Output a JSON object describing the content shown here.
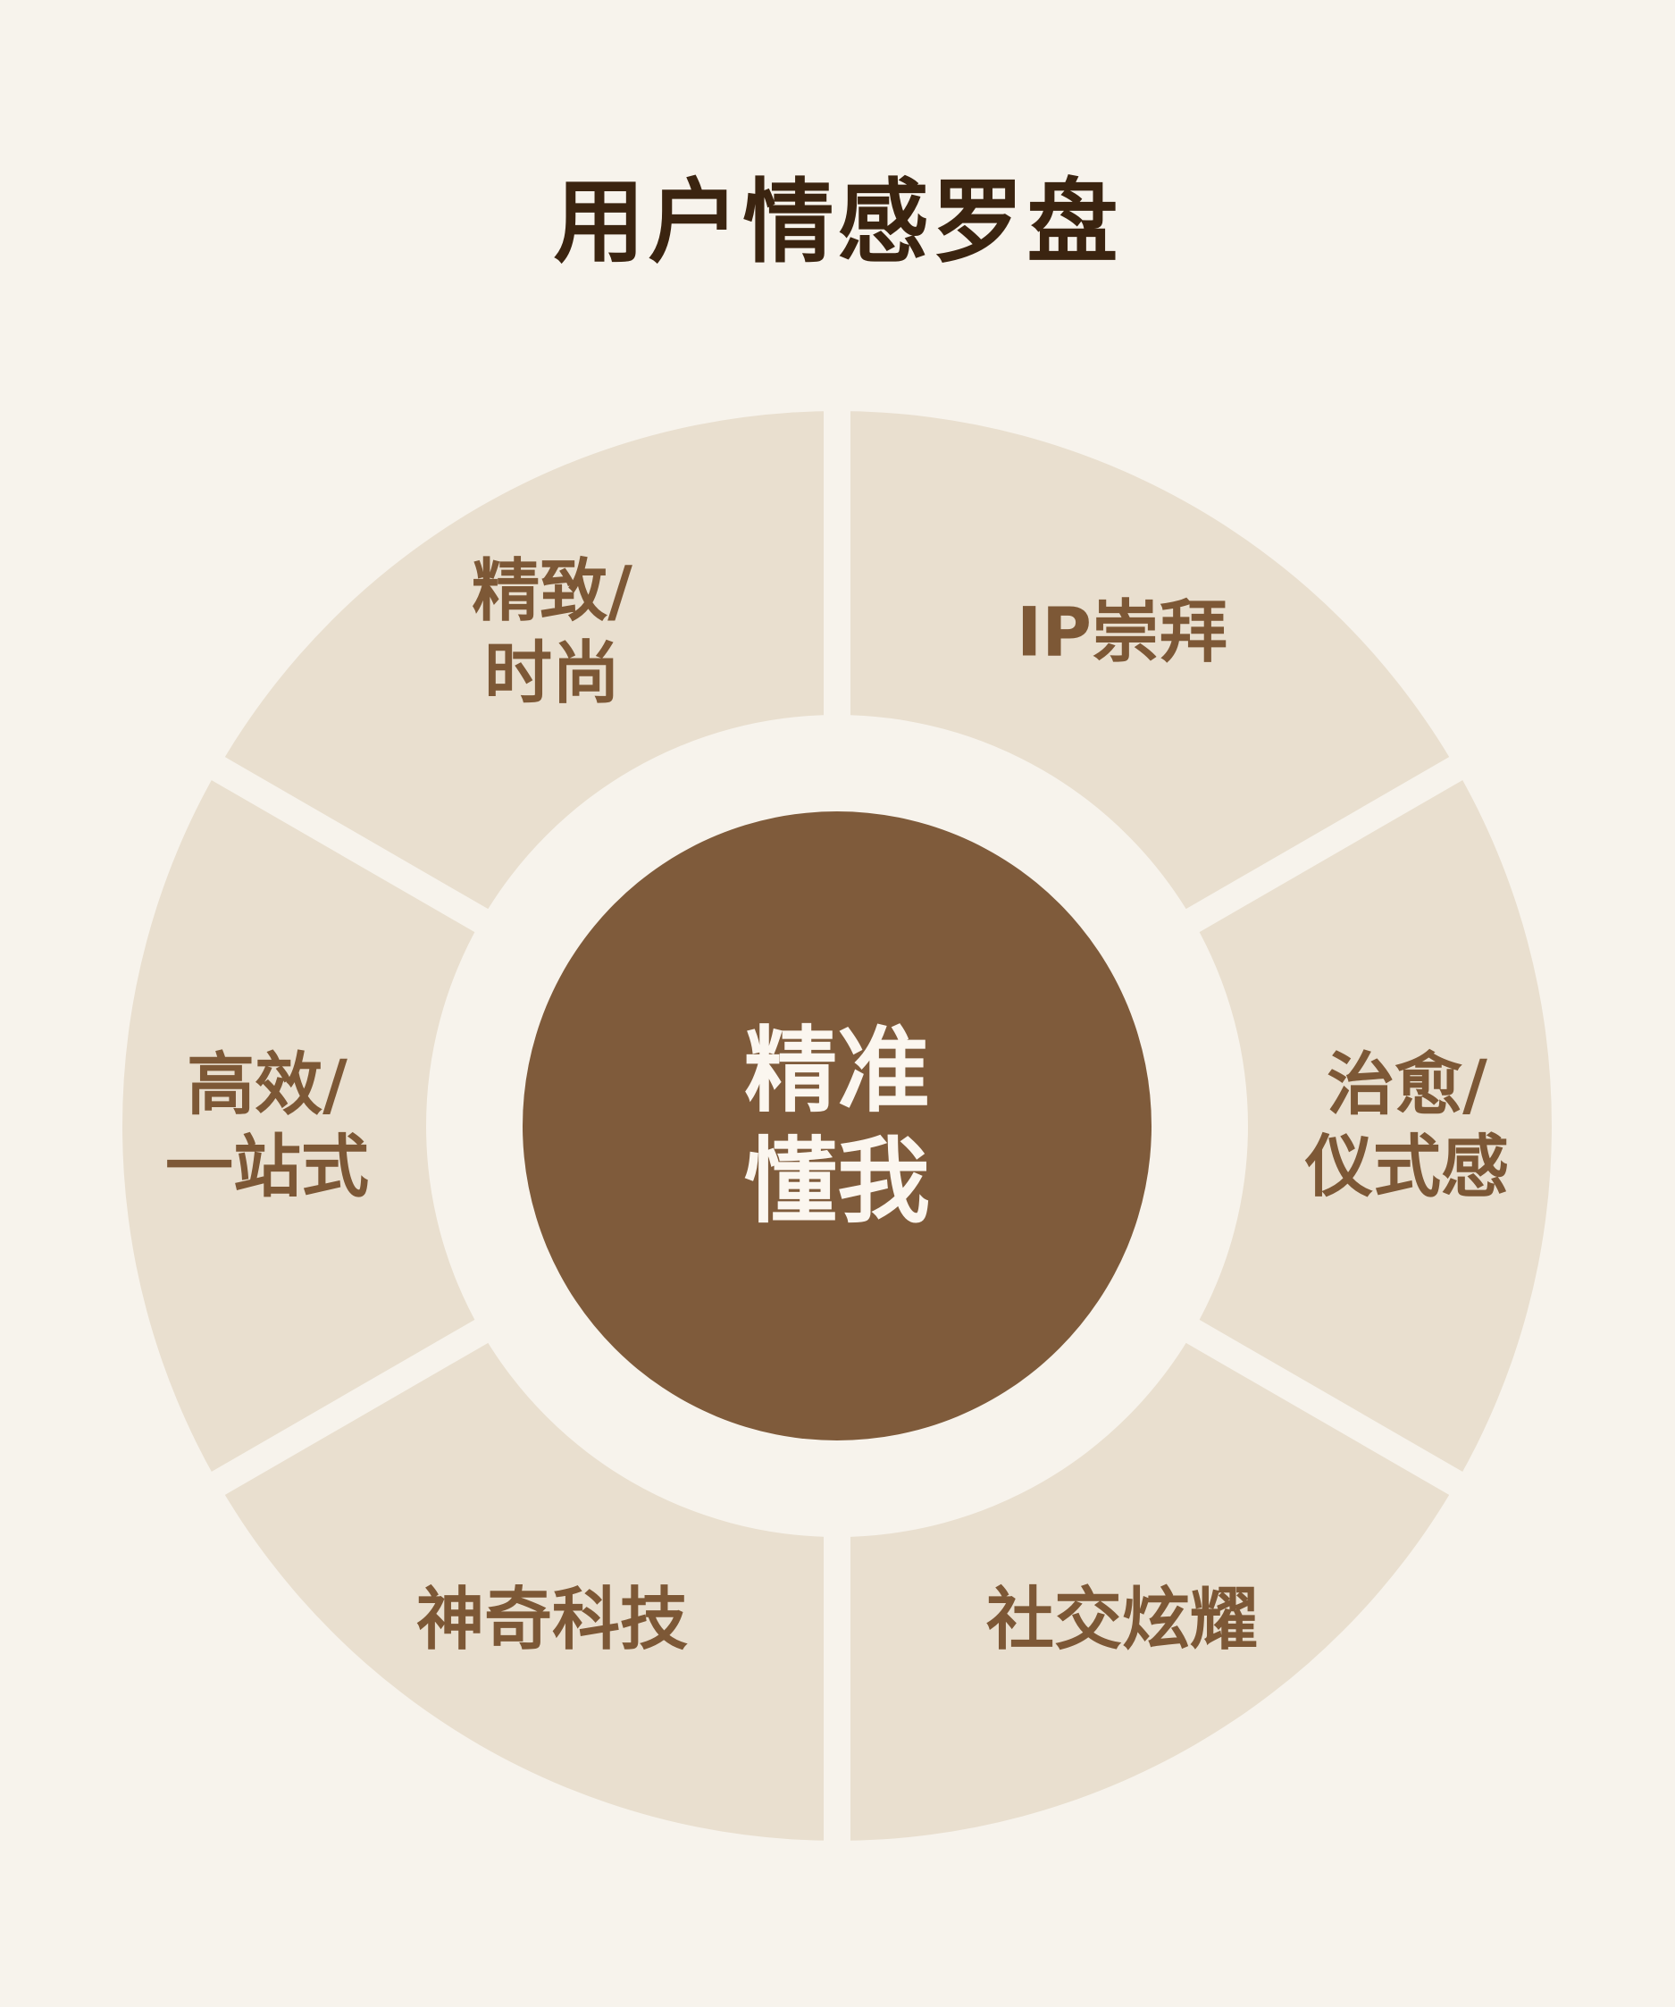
{
  "title": "用户情感罗盘",
  "colors": {
    "background": "#f7f3ec",
    "segment_fill": "#e9dfcf",
    "segment_text": "#7d5836",
    "hub_fill": "#7f5b3b",
    "hub_text": "#fbf6ef",
    "title_text": "#3b2410"
  },
  "hub": {
    "lines": [
      "精准",
      "懂我"
    ]
  },
  "segments": [
    {
      "lines": [
        "IP崇拜"
      ]
    },
    {
      "lines": [
        "治愈/",
        "仪式感"
      ]
    },
    {
      "lines": [
        "社交炫耀"
      ]
    },
    {
      "lines": [
        "神奇科技"
      ]
    },
    {
      "lines": [
        "高效/",
        "一站式"
      ]
    },
    {
      "lines": [
        "精致/",
        "时尚"
      ]
    }
  ]
}
